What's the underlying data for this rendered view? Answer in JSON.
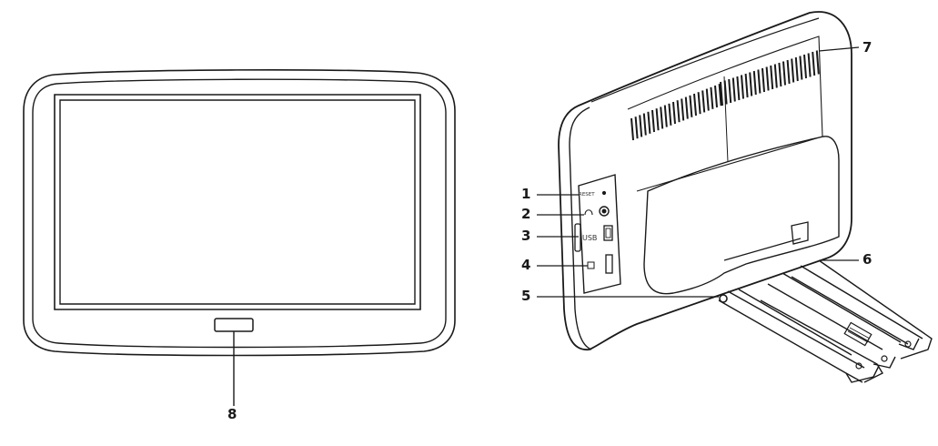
{
  "diagram": {
    "callouts": [
      {
        "id": "1",
        "label": "1"
      },
      {
        "id": "2",
        "label": "2"
      },
      {
        "id": "3",
        "label": "3"
      },
      {
        "id": "4",
        "label": "4"
      },
      {
        "id": "5",
        "label": "5"
      },
      {
        "id": "6",
        "label": "6"
      },
      {
        "id": "7",
        "label": "7"
      },
      {
        "id": "8",
        "label": "8"
      }
    ],
    "port_labels": {
      "reset": "RESET",
      "usb": "USB"
    }
  }
}
